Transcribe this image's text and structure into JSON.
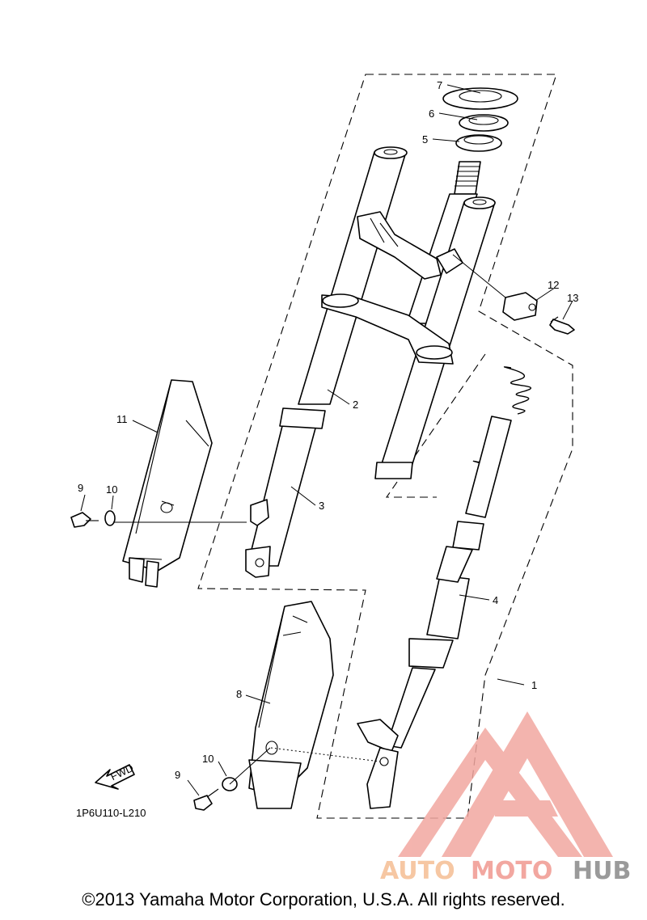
{
  "diagram": {
    "callouts": {
      "p1": "1",
      "p2": "2",
      "p3": "3",
      "p4": "4",
      "p5": "5",
      "p6": "6",
      "p7": "7",
      "p8": "8",
      "p9a": "9",
      "p9b": "9",
      "p10a": "10",
      "p10b": "10",
      "p11": "11",
      "p12": "12",
      "p13": "13"
    },
    "fwd_label": "FWD",
    "diagram_code": "1P6U110-L210"
  },
  "watermark": {
    "part1": "AUTO",
    "part2": "MOTO",
    "part3": "HUB",
    "colors": {
      "light": "#f6c7a3",
      "pink": "#f2a7a0",
      "gray": "#9a9a9a"
    }
  },
  "footer": {
    "copyright": "©2013 Yamaha Motor Corporation, U.S.A. All rights reserved."
  }
}
